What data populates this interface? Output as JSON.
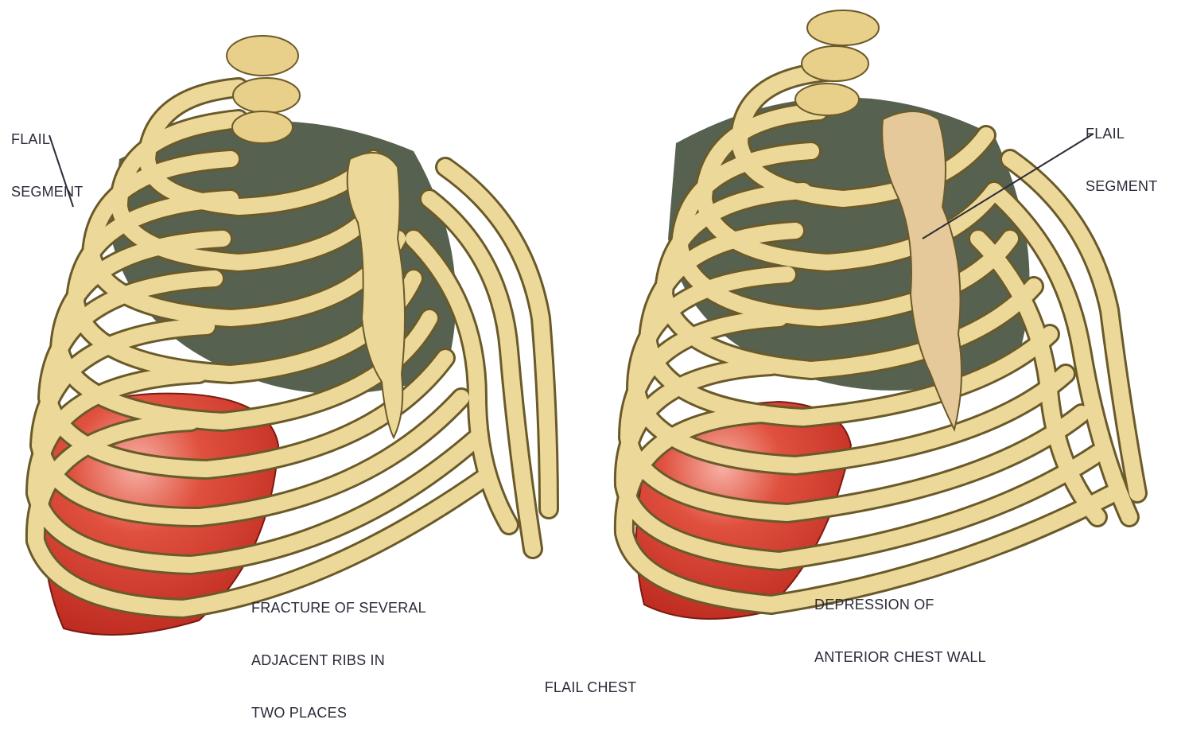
{
  "figure": {
    "caption": "FLAIL CHEST",
    "left_panel": {
      "flail_label": [
        "FLAIL",
        "SEGMENT"
      ],
      "fracture_label": [
        "FRACTURE OF SEVERAL",
        "ADJACENT RIBS IN",
        "TWO PLACES"
      ]
    },
    "right_panel": {
      "flail_label": [
        "FLAIL",
        "SEGMENT"
      ],
      "depression_label": [
        "DEPRESSION OF",
        "ANTERIOR CHEST WALL"
      ]
    },
    "colors": {
      "bone": "#ecd99a",
      "bone_outline": "#6a5a2a",
      "cartilage": "#e6c59a",
      "cavity_shadow": "#2f3a2a",
      "lung": "#d7372a",
      "lung_highlight": "#f08a7a",
      "text": "#2b2b3a"
    }
  }
}
